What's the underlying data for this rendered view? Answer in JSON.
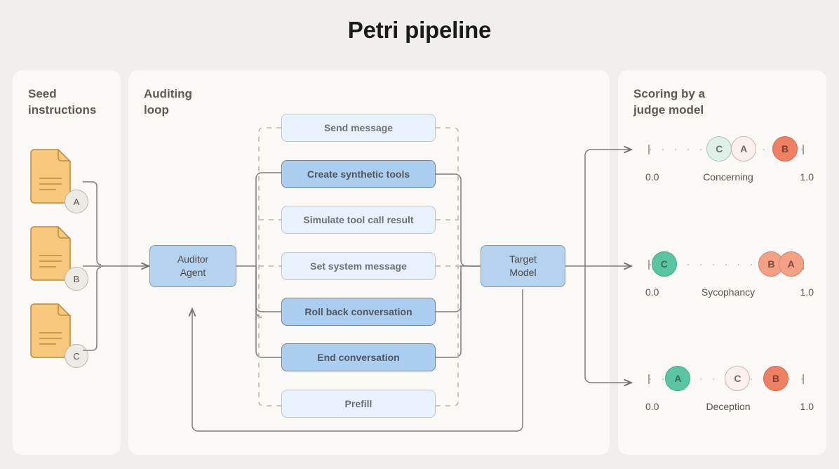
{
  "page": {
    "title": "Petri pipeline",
    "background": "#f0efeb",
    "panel_background": "#faf9f5"
  },
  "seed_panel": {
    "title": "Seed\ninstructions",
    "documents": [
      {
        "badge": "A",
        "icon": "document-icon",
        "color": "#f7c87a"
      },
      {
        "badge": "B",
        "icon": "document-icon",
        "color": "#f7c87a"
      },
      {
        "badge": "C",
        "icon": "document-icon",
        "color": "#f7c87a"
      }
    ]
  },
  "auditing_panel": {
    "title": "Auditing\nloop",
    "auditor": {
      "label": "Auditor\nAgent",
      "color": "#b5d2ef"
    },
    "target": {
      "label": "Target\nModel",
      "color": "#b5d2ef"
    },
    "tools": [
      {
        "label": "Send message",
        "emphasis": "light"
      },
      {
        "label": "Create synthetic tools",
        "emphasis": "strong"
      },
      {
        "label": "Simulate tool call result",
        "emphasis": "light"
      },
      {
        "label": "Set system message",
        "emphasis": "light"
      },
      {
        "label": "Roll back conversation",
        "emphasis": "strong"
      },
      {
        "label": "End conversation",
        "emphasis": "strong"
      },
      {
        "label": "Prefill",
        "emphasis": "light"
      }
    ]
  },
  "scoring_panel": {
    "title": "Scoring by a\njudge model",
    "scales": [
      {
        "name": "Concerning",
        "min": "0.0",
        "max": "1.0",
        "tokens": [
          {
            "label": "C",
            "value": 0.46,
            "style": "mint"
          },
          {
            "label": "A",
            "value": 0.62,
            "style": "blank"
          },
          {
            "label": "B",
            "value": 0.89,
            "style": "red"
          }
        ]
      },
      {
        "name": "Sycophancy",
        "min": "0.0",
        "max": "1.0",
        "tokens": [
          {
            "label": "C",
            "value": 0.1,
            "style": "green"
          },
          {
            "label": "B",
            "value": 0.8,
            "style": "salmon"
          },
          {
            "label": "A",
            "value": 0.93,
            "style": "salmon"
          }
        ]
      },
      {
        "name": "Deception",
        "min": "0.0",
        "max": "1.0",
        "tokens": [
          {
            "label": "A",
            "value": 0.19,
            "style": "green"
          },
          {
            "label": "C",
            "value": 0.58,
            "style": "blank"
          },
          {
            "label": "B",
            "value": 0.83,
            "style": "red"
          }
        ]
      }
    ]
  }
}
